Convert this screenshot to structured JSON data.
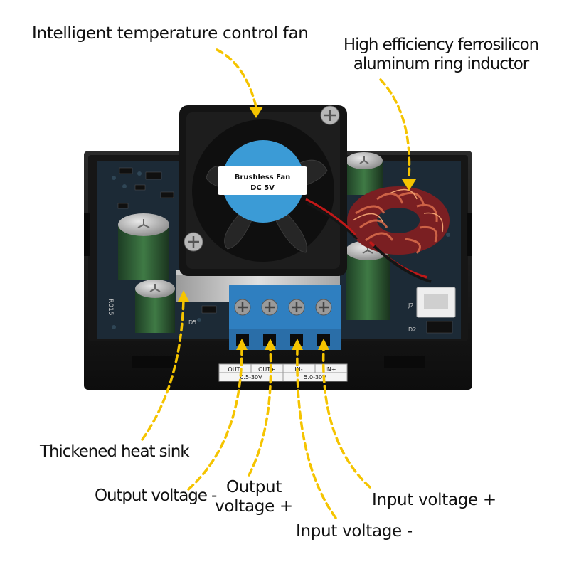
{
  "labels": {
    "fan": "Intelligent temperature control fan",
    "inductor_line1": "High efficiency ferrosilicon",
    "inductor_line2": "aluminum ring inductor",
    "heat_sink": "Thickened heat sink",
    "output_minus": "Output voltage -",
    "output_plus_line1": "Output",
    "output_plus_line2": "voltage +",
    "input_plus": "Input voltage +",
    "input_minus": "Input voltage -"
  },
  "fan_sticker": {
    "line1": "Brushless Fan",
    "line2": "DC 5V",
    "color": "#3b9bd6"
  },
  "pcb_marks": {
    "r015": "R015",
    "d5": "D5",
    "j2": "J2",
    "d2": "D2"
  },
  "terminals": {
    "labels": [
      "OUT-",
      "OUT+",
      "IN-",
      "IN+"
    ],
    "out_range": "0.5-30V",
    "in_range": "5.0-30V",
    "color": "#2f7fc0"
  },
  "colors": {
    "arrow": "#f5c400",
    "pcb": "#1c2a36",
    "case": "#1a1a1a"
  }
}
